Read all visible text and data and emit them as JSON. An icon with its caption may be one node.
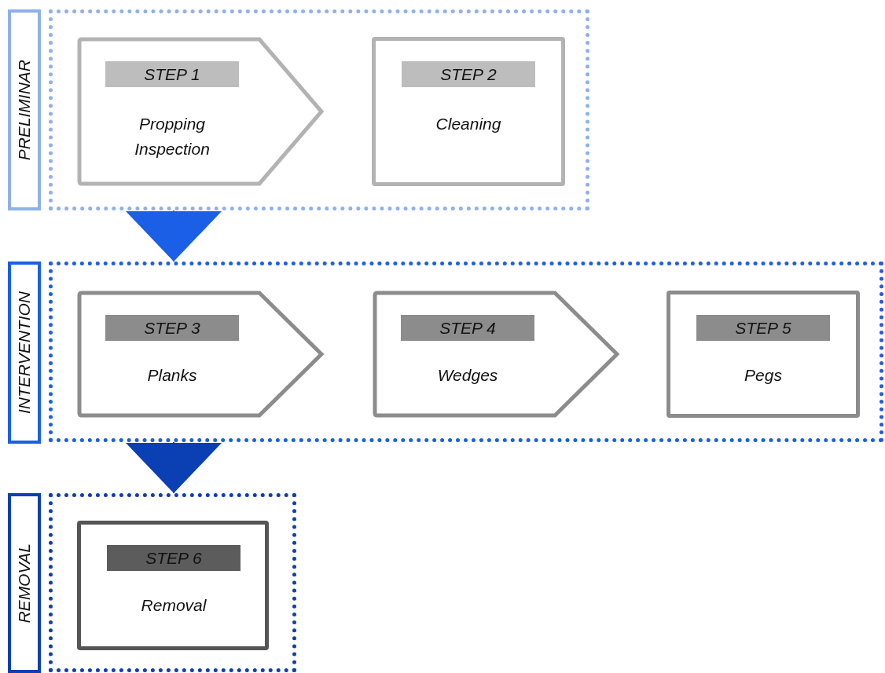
{
  "diagram": {
    "nodes": [
      {
        "text": [
          "PRELIMINAR"
        ]
      },
      {
        "text": [],
        "shape": "box"
      },
      {
        "text": [
          "STEP 1",
          "Propping Inspection"
        ],
        "in": 1
      },
      {
        "text": [
          "STEP 2",
          "Cleaning"
        ],
        "in": 1
      },
      {
        "text": [
          "INTERVENTION"
        ]
      },
      {
        "text": [],
        "shape": "box"
      },
      {
        "text": [
          "STEP 3",
          "Planks"
        ],
        "in": 5
      },
      {
        "text": [
          "STEP 4",
          "Wedges"
        ],
        "in": 5
      },
      {
        "text": [
          "STEP 5",
          "Pegs"
        ],
        "in": 5
      },
      {
        "text": [
          "REMOVAL"
        ]
      },
      {
        "text": [],
        "shape": "box"
      },
      {
        "text": [
          "STEP 6",
          "Removal"
        ],
        "in": 10
      }
    ],
    "edges": [
      {
        "from": 1,
        "to": 5,
        "arrow": "to",
        "color": "#1a5fe6"
      },
      {
        "from": 5,
        "to": 10,
        "arrow": "to",
        "color": "#0b3fb4"
      }
    ]
  }
}
